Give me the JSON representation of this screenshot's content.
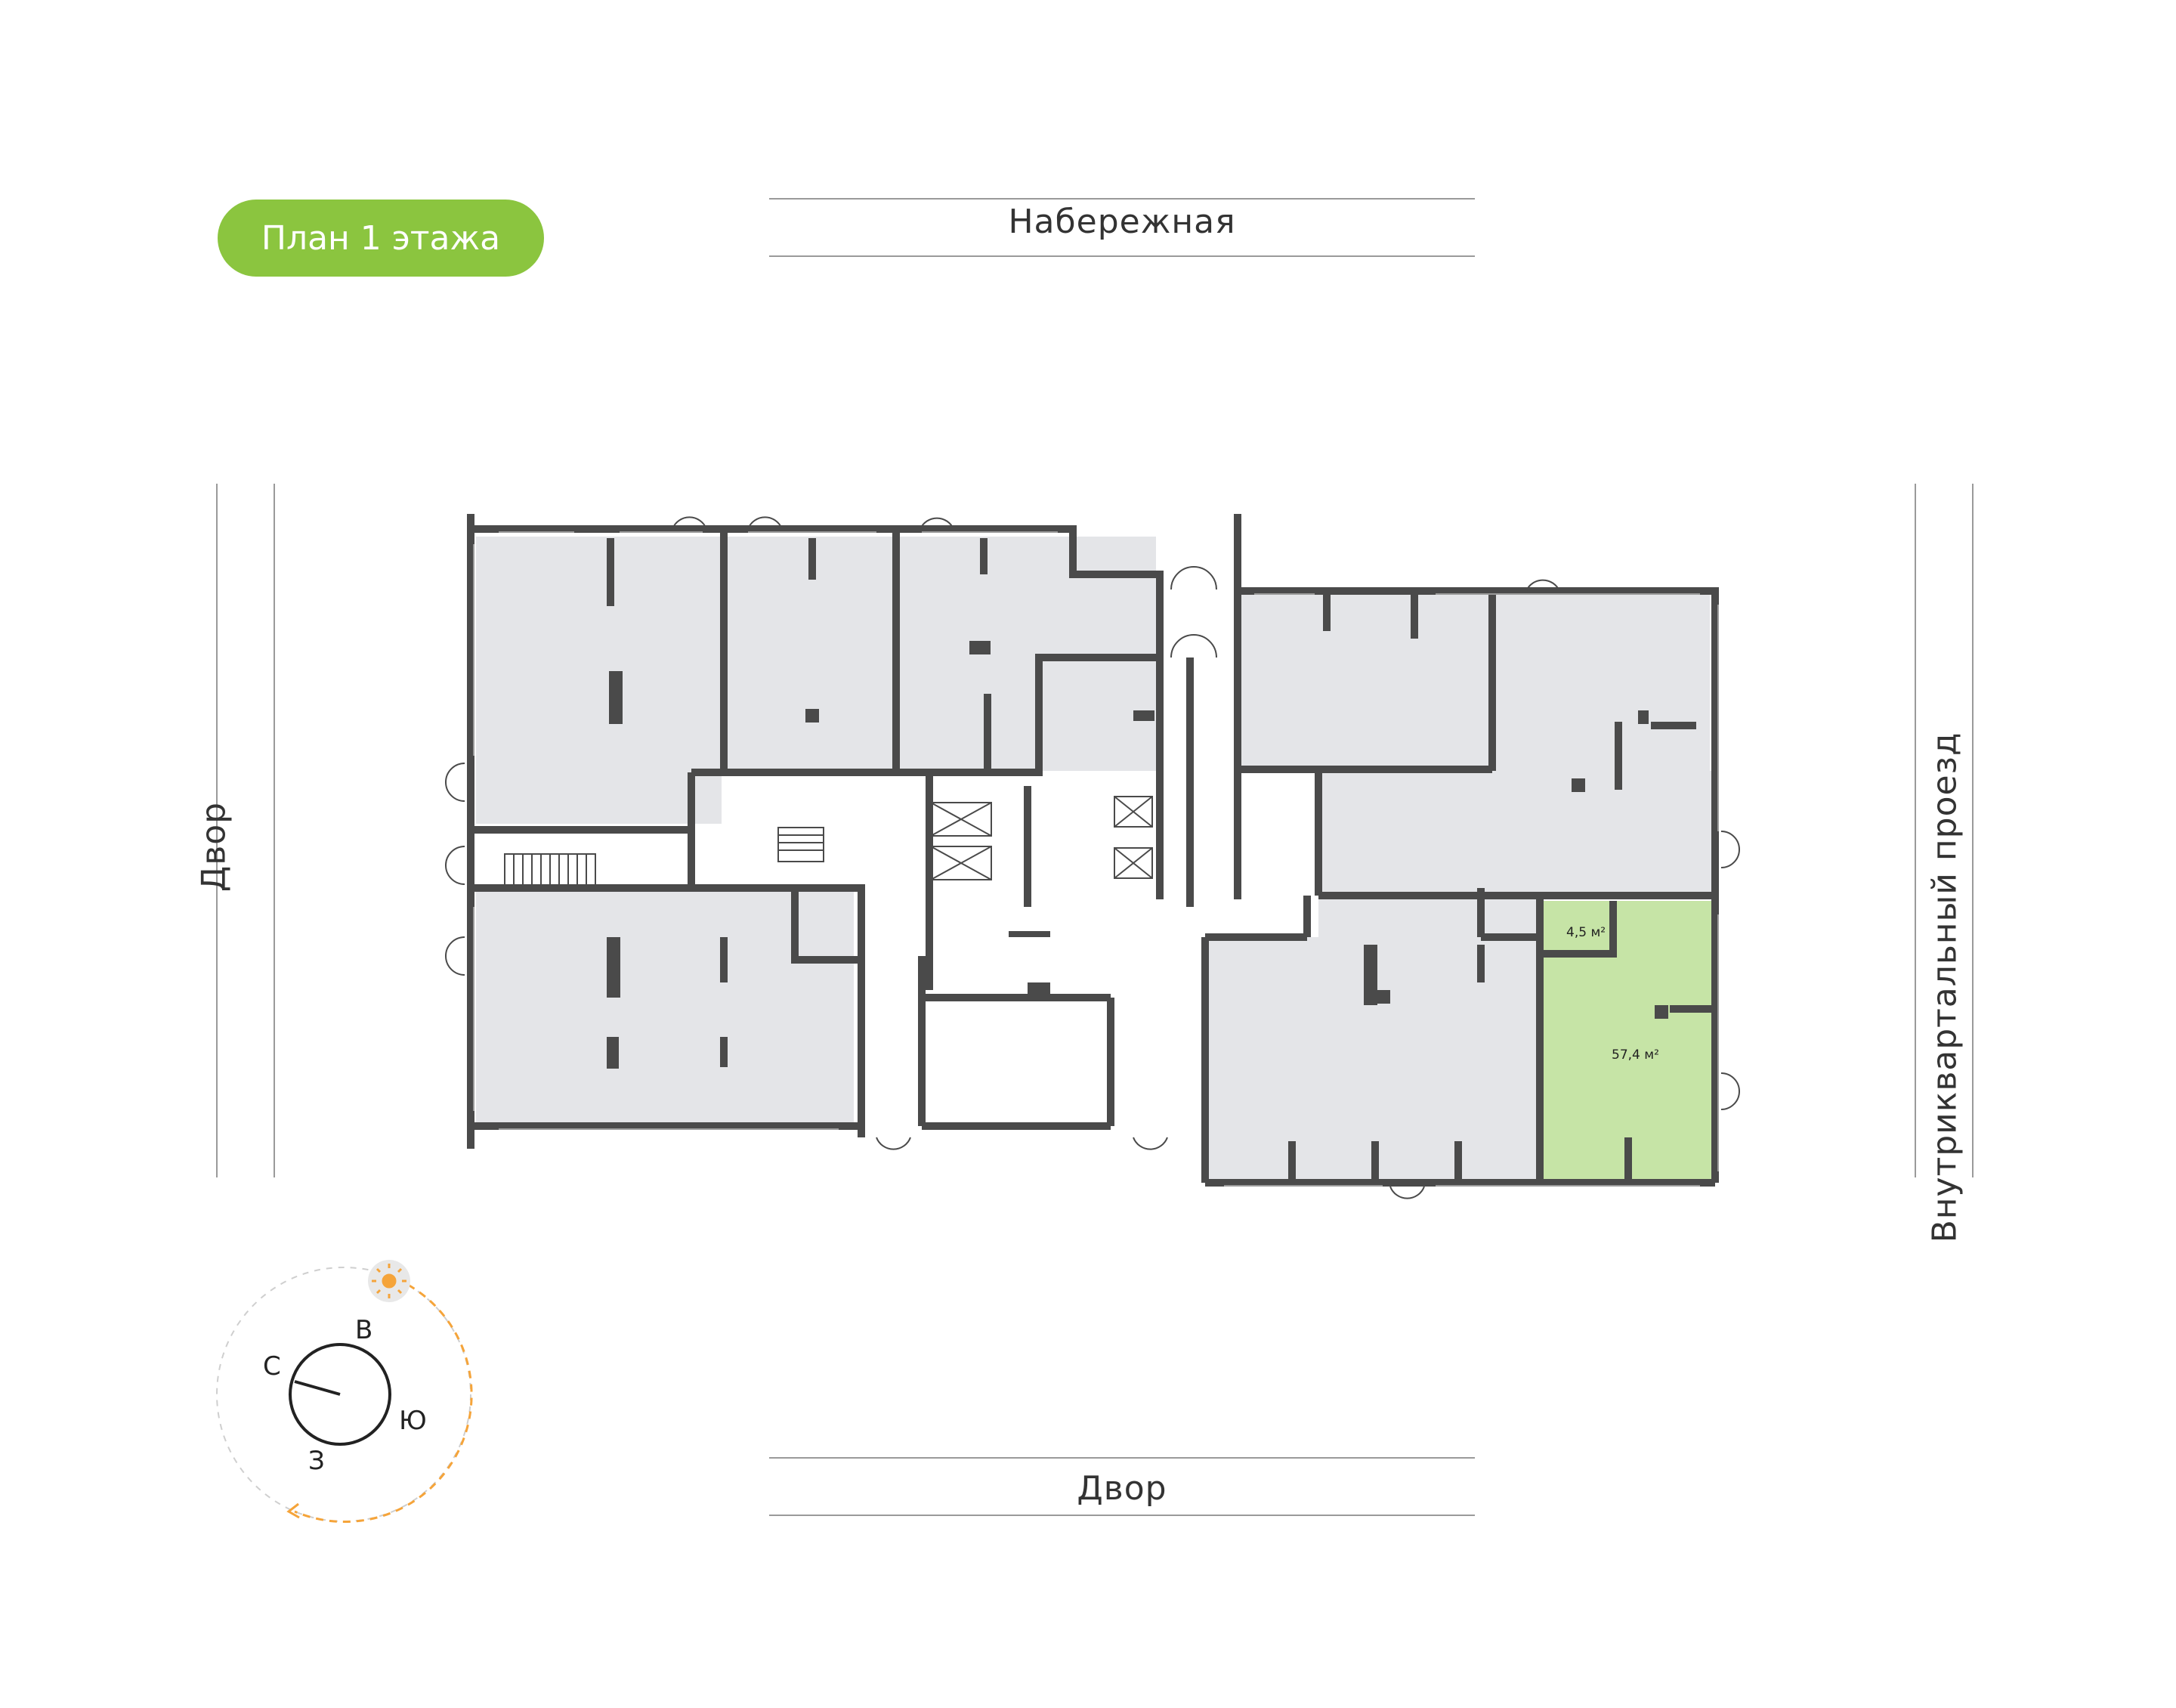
{
  "title": "План 1 этажа",
  "streets": {
    "top": "Набережная",
    "bottom": "Двор",
    "left": "Двор",
    "right": "Внутриквартальный проезд"
  },
  "units": {
    "small": "4,5 м²",
    "large": "57,4 м²"
  },
  "compass": {
    "north": "С",
    "east": "В",
    "south": "Ю",
    "west": "З"
  },
  "colors": {
    "accent": "#8bc53f",
    "highlight": "#c6e4a6",
    "wall": "#4a4a4a",
    "room": "#e4e5e8",
    "sun_path": "#f5a43a"
  },
  "icons": [
    "sun-icon",
    "compass-icon",
    "staircase-icon",
    "elevator-icon",
    "door-icon"
  ]
}
